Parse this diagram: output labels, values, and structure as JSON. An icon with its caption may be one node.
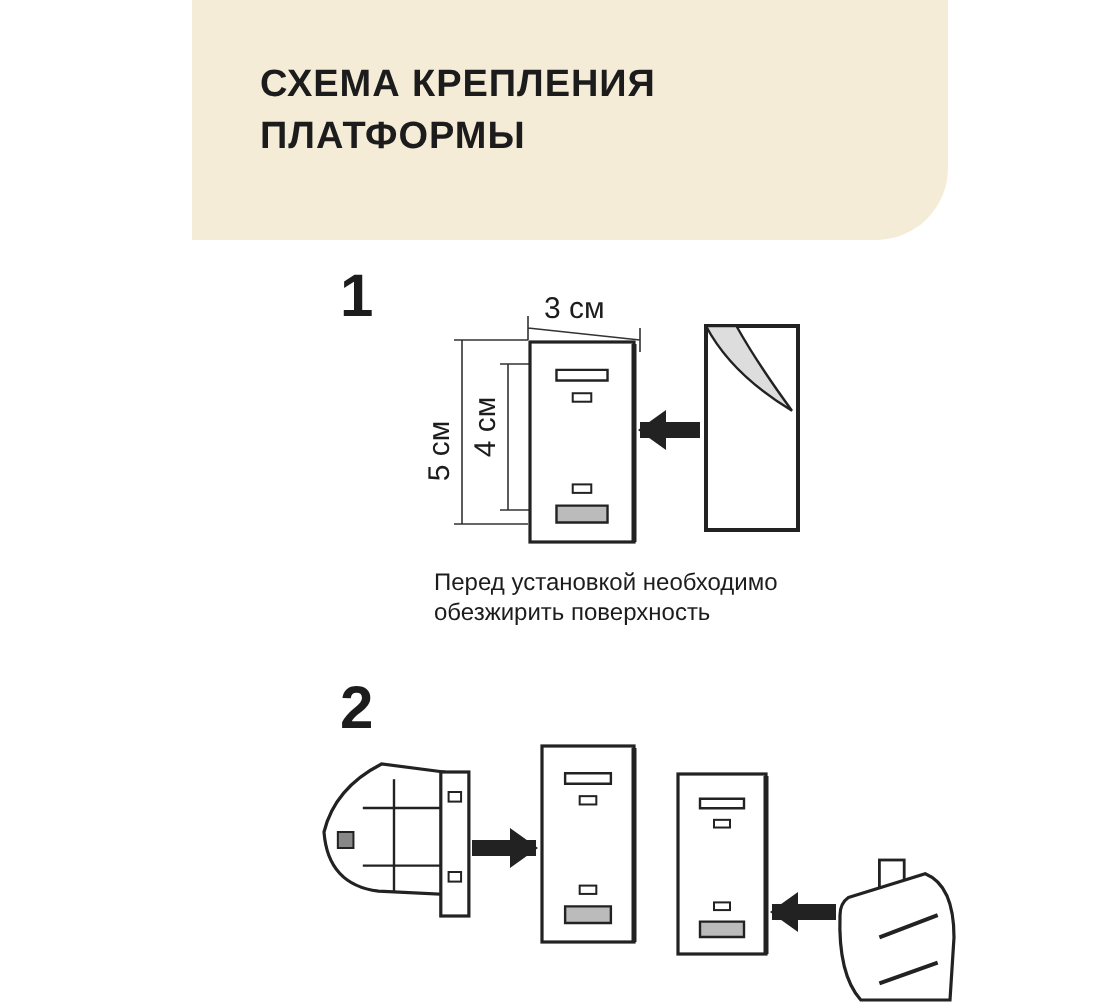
{
  "diagram": {
    "title": "СХЕМА КРЕПЛЕНИЯ ПЛАТФОРМЫ",
    "nodes": [
      {
        "text": [],
        "shape": "picture"
      },
      {
        "text": [],
        "shape": "picture"
      },
      {
        "text": [],
        "shape": "picture"
      },
      {
        "text": [],
        "shape": "picture"
      },
      {
        "text": [],
        "shape": "picture"
      },
      {
        "text": [],
        "shape": "picture"
      }
    ],
    "edges": [
      {
        "from": 1,
        "to": 0,
        "arrow": "to"
      },
      {
        "from": 2,
        "to": 3,
        "arrow": "to"
      },
      {
        "from": 5,
        "to": 4,
        "arrow": "to"
      }
    ],
    "labels": [
      "1",
      "3 см",
      "5 см",
      "4 см",
      "Перед установкой необходимо обезжирить поверхность",
      "2"
    ]
  }
}
